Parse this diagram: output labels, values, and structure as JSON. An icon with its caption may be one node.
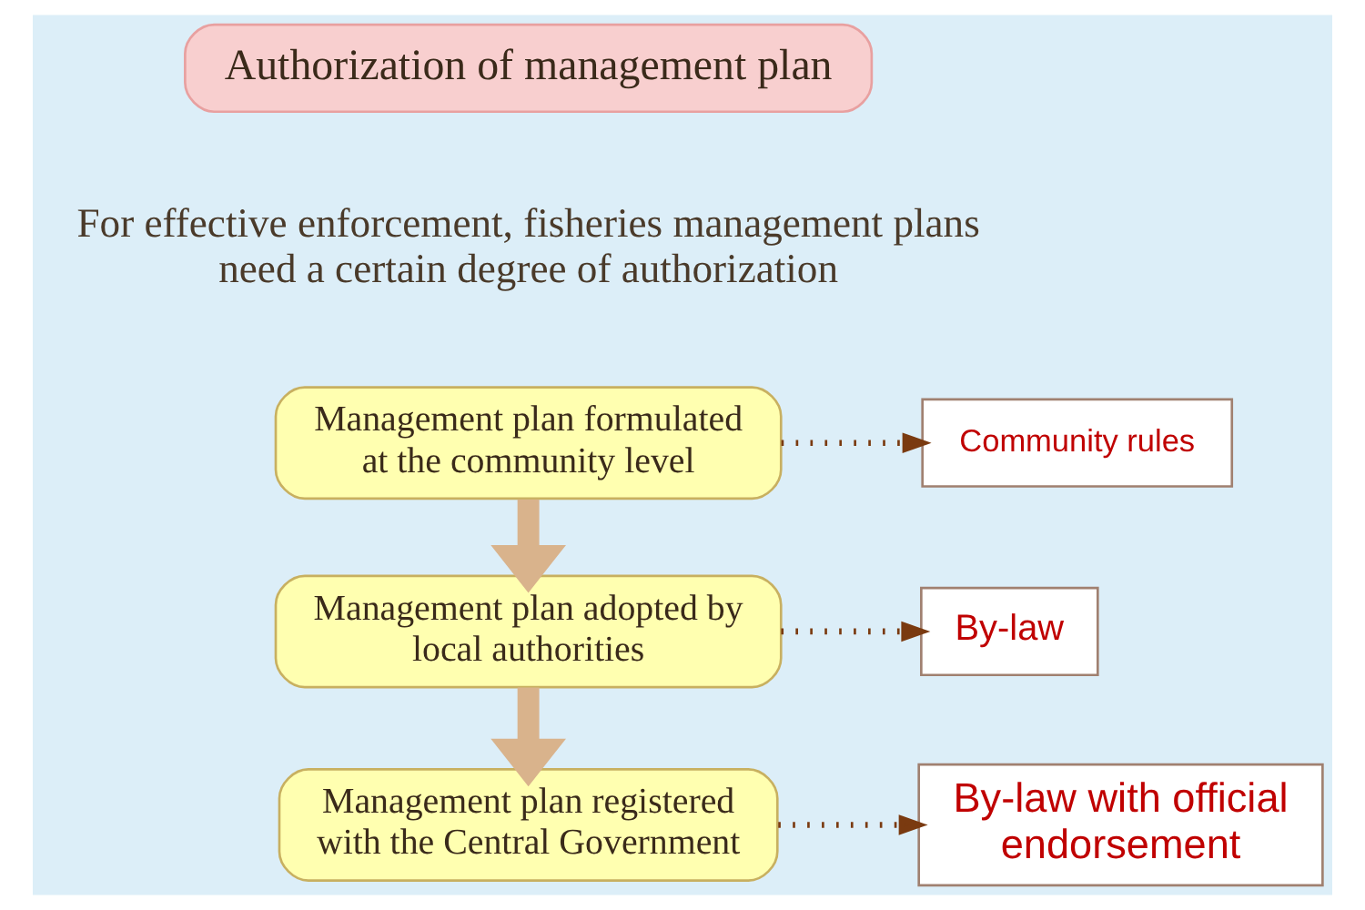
{
  "diagram": {
    "nodes": [
      {
        "text": [
          "Authorization of management plan"
        ]
      },
      {
        "text": [
          "Management plan formulated at the community level"
        ]
      },
      {
        "text": [
          "Community rules"
        ]
      },
      {
        "text": [
          "Management plan adopted by local authorities"
        ]
      },
      {
        "text": [
          "By-law"
        ]
      },
      {
        "text": [
          "Management plan registered with the Central Government"
        ]
      },
      {
        "text": [
          "By-law with official endorsement"
        ]
      }
    ],
    "edges": [
      {
        "from": 1,
        "to": 2,
        "arrow": "to",
        "style": "dashed"
      },
      {
        "from": 1,
        "to": 3,
        "arrow": "to",
        "style": "thick",
        "color": "#d9b38c"
      },
      {
        "from": 3,
        "to": 4,
        "arrow": "to",
        "style": "dashed"
      },
      {
        "from": 3,
        "to": 5,
        "arrow": "to",
        "style": "thick",
        "color": "#d9b38c"
      },
      {
        "from": 5,
        "to": 6,
        "arrow": "to",
        "style": "dashed"
      }
    ],
    "labels": [
      "For effective enforcement, fisheries management plans need a certain degree of authorization"
    ]
  }
}
